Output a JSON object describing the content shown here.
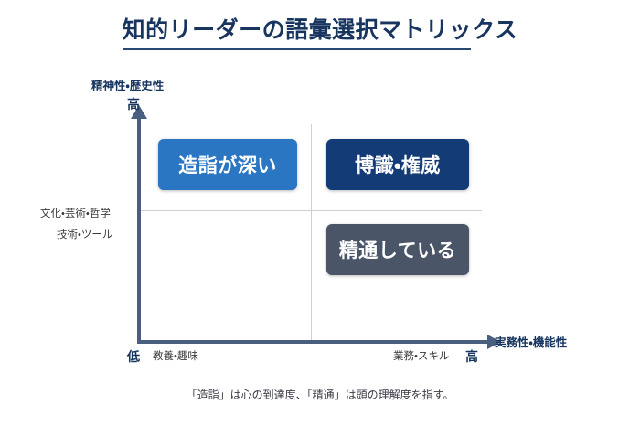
{
  "title": "知的リーダーの語彙選択マトリックス",
  "footnote": "「造詣」は心の到達度、「精通」は頭の理解度を指す。",
  "axes": {
    "y": {
      "title": "精神性・歴史性",
      "high_label": "高",
      "sublabels": [
        "文化・芸術・哲学",
        "技術・ツール"
      ]
    },
    "x": {
      "title": "実務性・機能性",
      "low_label": "低",
      "high_label": "高",
      "sublabels": [
        "教養・趣味",
        "業務・スキル"
      ]
    }
  },
  "quadrants": [
    {
      "id": "erudite",
      "label": "造詣が深い",
      "color": "#2a76c2",
      "position": "top-left"
    },
    {
      "id": "authority",
      "label": "博識・権威",
      "color": "#133b75",
      "position": "top-right"
    },
    {
      "id": "proficient",
      "label": "精通している",
      "color": "#4a5568",
      "position": "bottom-right"
    }
  ],
  "colors": {
    "title": "#17355e",
    "axis": "#4a5f80",
    "grid": "#cfcfcf",
    "background": "#ffffff"
  },
  "chart_data": {
    "type": "scatter",
    "title": "知的リーダーの語彙選択マトリックス",
    "xlabel": "実務性・機能性",
    "ylabel": "精神性・歴史性",
    "xlim": [
      "低",
      "高"
    ],
    "ylim": [
      "",
      "高"
    ],
    "grid": true,
    "legend": "none",
    "annotations": [
      "「造詣」は心の到達度、「精通」は頭の理解度を指す。"
    ],
    "points": [
      {
        "label": "造詣が深い",
        "quadrant": "top-left",
        "x": "低",
        "y": "高"
      },
      {
        "label": "博識・権威",
        "quadrant": "top-right",
        "x": "高",
        "y": "高"
      },
      {
        "label": "精通している",
        "quadrant": "bottom-right",
        "x": "高",
        "y": "低"
      }
    ]
  }
}
